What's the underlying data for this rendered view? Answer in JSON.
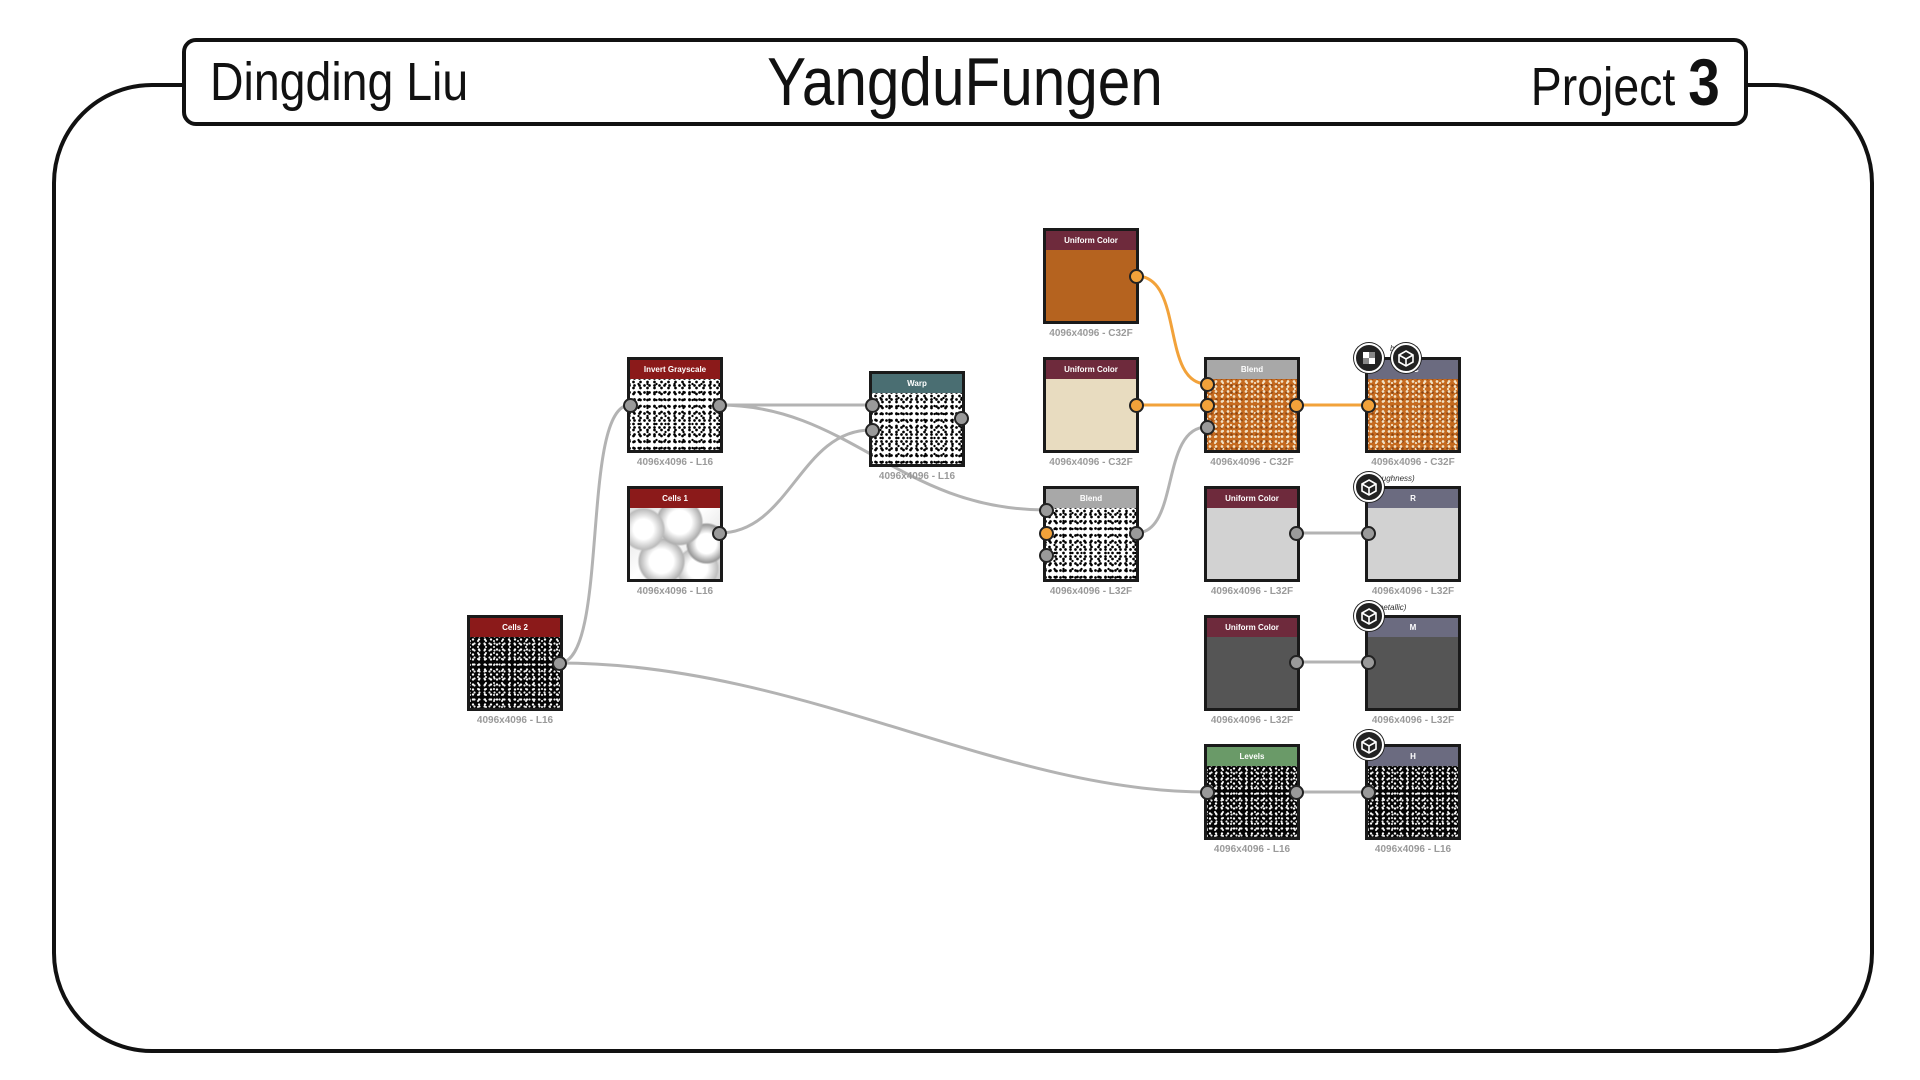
{
  "header": {
    "author": "Dingding Liu",
    "title": "YangduFungen",
    "project_label": "Project",
    "project_number": "3"
  },
  "colors": {
    "link_gray": "#b3b3b3",
    "link_orange": "#f2a23a",
    "header_red": "#8b1a1a",
    "header_maroon": "#6e2a3c",
    "header_teal": "#4a6e72",
    "header_gray": "#a8a8a8",
    "header_green": "#6a9a68",
    "header_slate": "#6b6b80",
    "color_brown": "#b5631f",
    "color_cream": "#e8dcc0",
    "color_lightgray": "#d2d2d2",
    "color_darkgray": "#555555"
  },
  "nodes": {
    "invert_grayscale": {
      "title": "Invert Grayscale",
      "footer": "4096x4096 - L16"
    },
    "cells1": {
      "title": "Cells 1",
      "footer": "4096x4096 - L16"
    },
    "cells2": {
      "title": "Cells 2",
      "footer": "4096x4096 - L16"
    },
    "warp": {
      "title": "Warp",
      "footer": "4096x4096 - L16"
    },
    "blend_gray": {
      "title": "Blend",
      "footer": "4096x4096 - L32F"
    },
    "uniform_brown": {
      "title": "Uniform Color",
      "footer": "4096x4096 - C32F"
    },
    "uniform_cream": {
      "title": "Uniform Color",
      "footer": "4096x4096 - C32F"
    },
    "blend_color": {
      "title": "Blend",
      "footer": "4096x4096 - C32F"
    },
    "uniform_light": {
      "title": "Uniform Color",
      "footer": "4096x4096 - L32F"
    },
    "uniform_dark": {
      "title": "Uniform Color",
      "footer": "4096x4096 - L32F"
    },
    "levels": {
      "title": "Levels",
      "footer": "4096x4096 - L16"
    },
    "out_basecolor": {
      "title": "BC",
      "caption": "bc",
      "footer": "4096x4096 - C32F"
    },
    "out_roughness": {
      "title": "R",
      "caption": "(roughness)",
      "footer": "4096x4096 - L32F"
    },
    "out_metallic": {
      "title": "M",
      "caption": "(metallic)",
      "footer": "4096x4096 - L32F"
    },
    "out_height": {
      "title": "H",
      "footer": "4096x4096 - L16"
    }
  }
}
